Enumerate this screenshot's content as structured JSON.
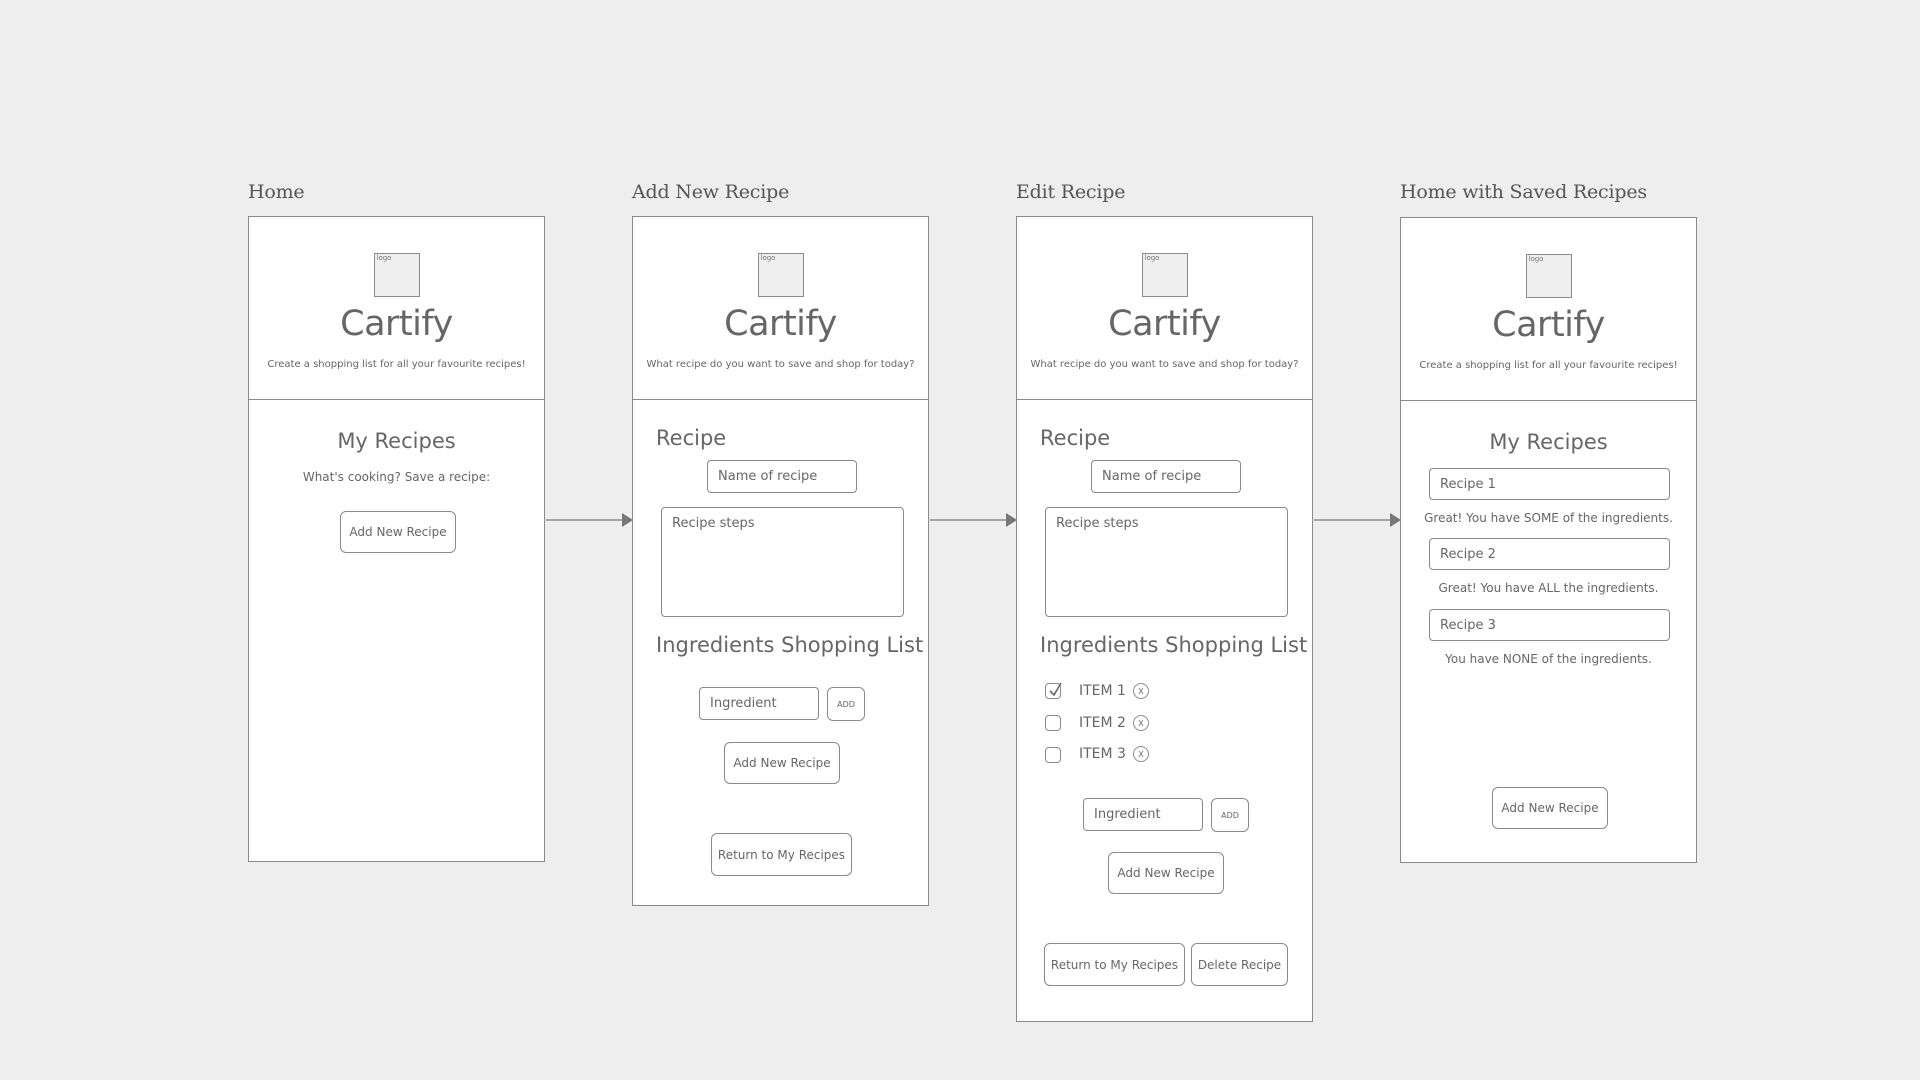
{
  "screens": {
    "home": {
      "label": "Home",
      "brand": "Cartify",
      "logo_text": "logo",
      "tagline": "Create a shopping list for all your favourite recipes!",
      "section_title": "My Recipes",
      "prompt": "What's cooking? Save a recipe:",
      "add_button": "Add New Recipe"
    },
    "add": {
      "label": "Add New Recipe",
      "brand": "Cartify",
      "logo_text": "logo",
      "tagline": "What recipe do you want to save and shop for today?",
      "recipe_heading": "Recipe",
      "name_placeholder": "Name of recipe",
      "steps_placeholder": "Recipe steps",
      "ingredients_heading": "Ingredients Shopping List",
      "ingredient_placeholder": "Ingredient",
      "add_small": "ADD",
      "add_button": "Add New Recipe",
      "return_button": "Return to My Recipes"
    },
    "edit": {
      "label": "Edit Recipe",
      "brand": "Cartify",
      "logo_text": "logo",
      "tagline": "What recipe do you want to save and shop for today?",
      "recipe_heading": "Recipe",
      "name_placeholder": "Name of recipe",
      "steps_placeholder": "Recipe steps",
      "ingredients_heading": "Ingredients Shopping List",
      "items": [
        {
          "label": "ITEM 1",
          "checked": true,
          "remove": "X"
        },
        {
          "label": "ITEM 2",
          "checked": false,
          "remove": "X"
        },
        {
          "label": "ITEM 3",
          "checked": false,
          "remove": "X"
        }
      ],
      "ingredient_placeholder": "Ingredient",
      "add_small": "ADD",
      "add_button": "Add New Recipe",
      "return_button": "Return to My Recipes",
      "delete_button": "Delete Recipe"
    },
    "saved": {
      "label": "Home with Saved Recipes",
      "brand": "Cartify",
      "logo_text": "logo",
      "tagline": "Create a shopping list for all your favourite recipes!",
      "section_title": "My Recipes",
      "recipes": [
        {
          "name": "Recipe 1",
          "status": "Great! You have SOME of the ingredients."
        },
        {
          "name": "Recipe 2",
          "status": "Great! You have ALL the ingredients."
        },
        {
          "name": "Recipe 3",
          "status": "You have NONE of the ingredients."
        }
      ],
      "add_button": "Add New Recipe"
    }
  },
  "colors": {
    "background": "#eeeeee",
    "frame": "#ffffff",
    "stroke": "#8a8a8a",
    "text": "#666666"
  }
}
